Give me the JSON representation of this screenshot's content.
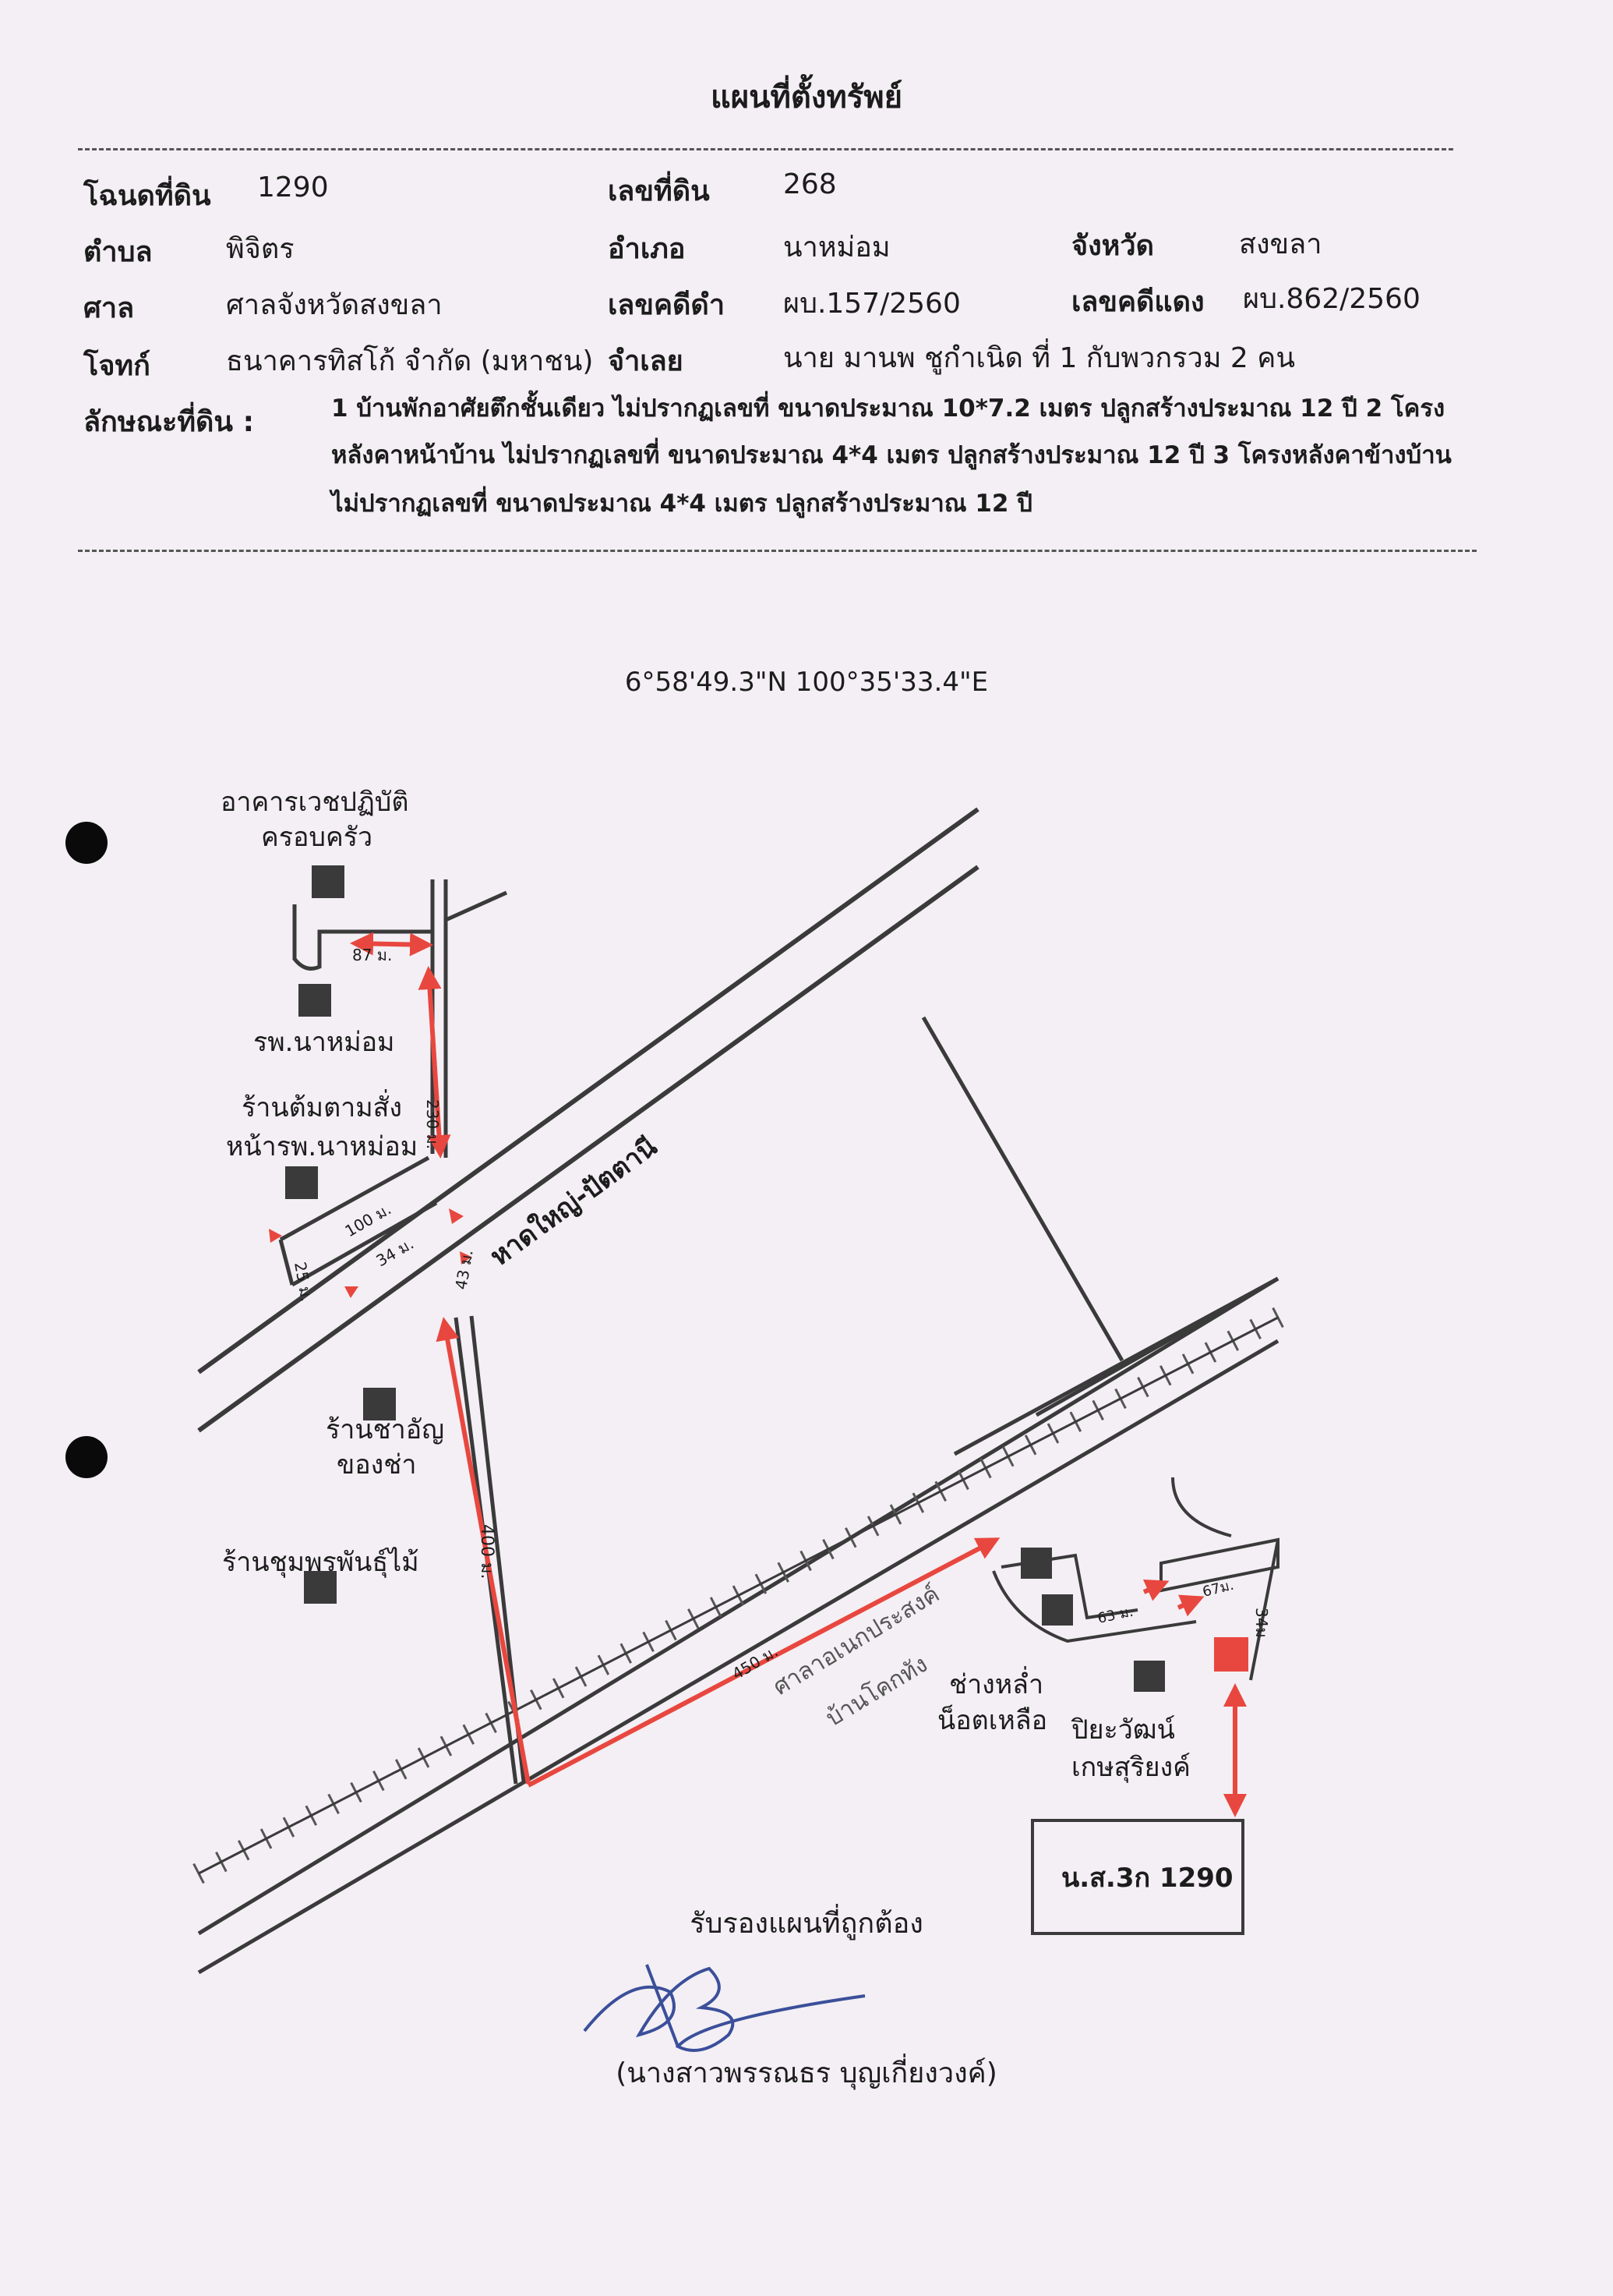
{
  "title": "แผนที่ตั้งทรัพย์",
  "header": {
    "deed_label": "โฉนดที่ดิน",
    "deed_value": "1290",
    "land_no_label": "เลขที่ดิน",
    "land_no_value": "268",
    "subdistrict_label": "ตำบล",
    "subdistrict_value": "พิจิตร",
    "district_label": "อำเภอ",
    "district_value": "นาหม่อม",
    "province_label": "จังหวัด",
    "province_value": "สงขลา",
    "court_label": "ศาล",
    "court_value": "ศาลจังหวัดสงขลา",
    "black_case_label": "เลขคดีดำ",
    "black_case_value": "ผบ.157/2560",
    "red_case_label": "เลขคดีแดง",
    "red_case_value": "ผบ.862/2560",
    "plaintiff_label": "โจทก์",
    "plaintiff_value": "ธนาคารทิสโก้ จำกัด (มหาชน)",
    "defendant_label": "จำเลย",
    "defendant_value": "นาย มานพ ชูกำเนิด  ที่ 1  กับพวกรวม 2 คน",
    "land_desc_label": "ลักษณะที่ดิน :",
    "land_desc_line1": "1 บ้านพักอาศัยตึกชั้นเดียว  ไม่ปรากฏเลขที่ ขนาดประมาณ 10*7.2 เมตร ปลูกสร้างประมาณ 12 ปี 2 โครง",
    "land_desc_line2": "หลังคาหน้าบ้าน ไม่ปรากฏเลขที่ ขนาดประมาณ 4*4 เมตร ปลูกสร้างประมาณ 12 ปี 3 โครงหลังคาข้างบ้าน",
    "land_desc_line3": "ไม่ปรากฏเลขที่ ขนาดประมาณ 4*4 เมตร ปลูกสร้างประมาณ 12 ปี"
  },
  "coordinates": "6°58'49.3\"N 100°35'33.4\"E",
  "map": {
    "landmark_family_clinic_1": "อาคารเวชปฏิบัติ",
    "landmark_family_clinic_2": "ครอบครัว",
    "landmark_hospital": "รพ.นาหม่อม",
    "landmark_noodle_1": "ร้านต้มตามสั่ง",
    "landmark_noodle_2": "หน้ารพ.นาหม่อม",
    "landmark_tea_1": "ร้านชาอัญ",
    "landmark_tea_2": "ของช่า",
    "landmark_plant_shop": "ร้านชุมพรพันธุ์ไม้",
    "landmark_pavilion_1": "ศาลาอเนกประสงค์",
    "landmark_pavilion_2": "บ้านโคกทัง",
    "landmark_welder_1": "ช่างหล่ำ",
    "landmark_welder_2": "น็อตเหลือ",
    "landmark_piyawat_1": "ปิยะวัฒน์",
    "landmark_piyawat_2": "เกษสุริยงค์",
    "road_name": "หาดใหญ่-ปัตตานี",
    "dist_87": "87 ม.",
    "dist_230": "230 ม.",
    "dist_100": "100 ม.",
    "dist_25": "25 ม.",
    "dist_34a": "34 ม.",
    "dist_43": "43 ม.",
    "dist_400": "400 ม.",
    "dist_450": "450 ม.",
    "dist_63": "63 ม.",
    "dist_67": "67ม.",
    "dist_34b": "34ม",
    "parcel_label": "น.ส.3ก 1290"
  },
  "certification": "รับรองแผนที่ถูกต้อง",
  "signer": "(นางสาวพรรณธร บุญเกี่ยงวงค์)",
  "colors": {
    "route": "#e8473f",
    "ink": "#3a3a3a",
    "signature": "#3b4f9a"
  }
}
